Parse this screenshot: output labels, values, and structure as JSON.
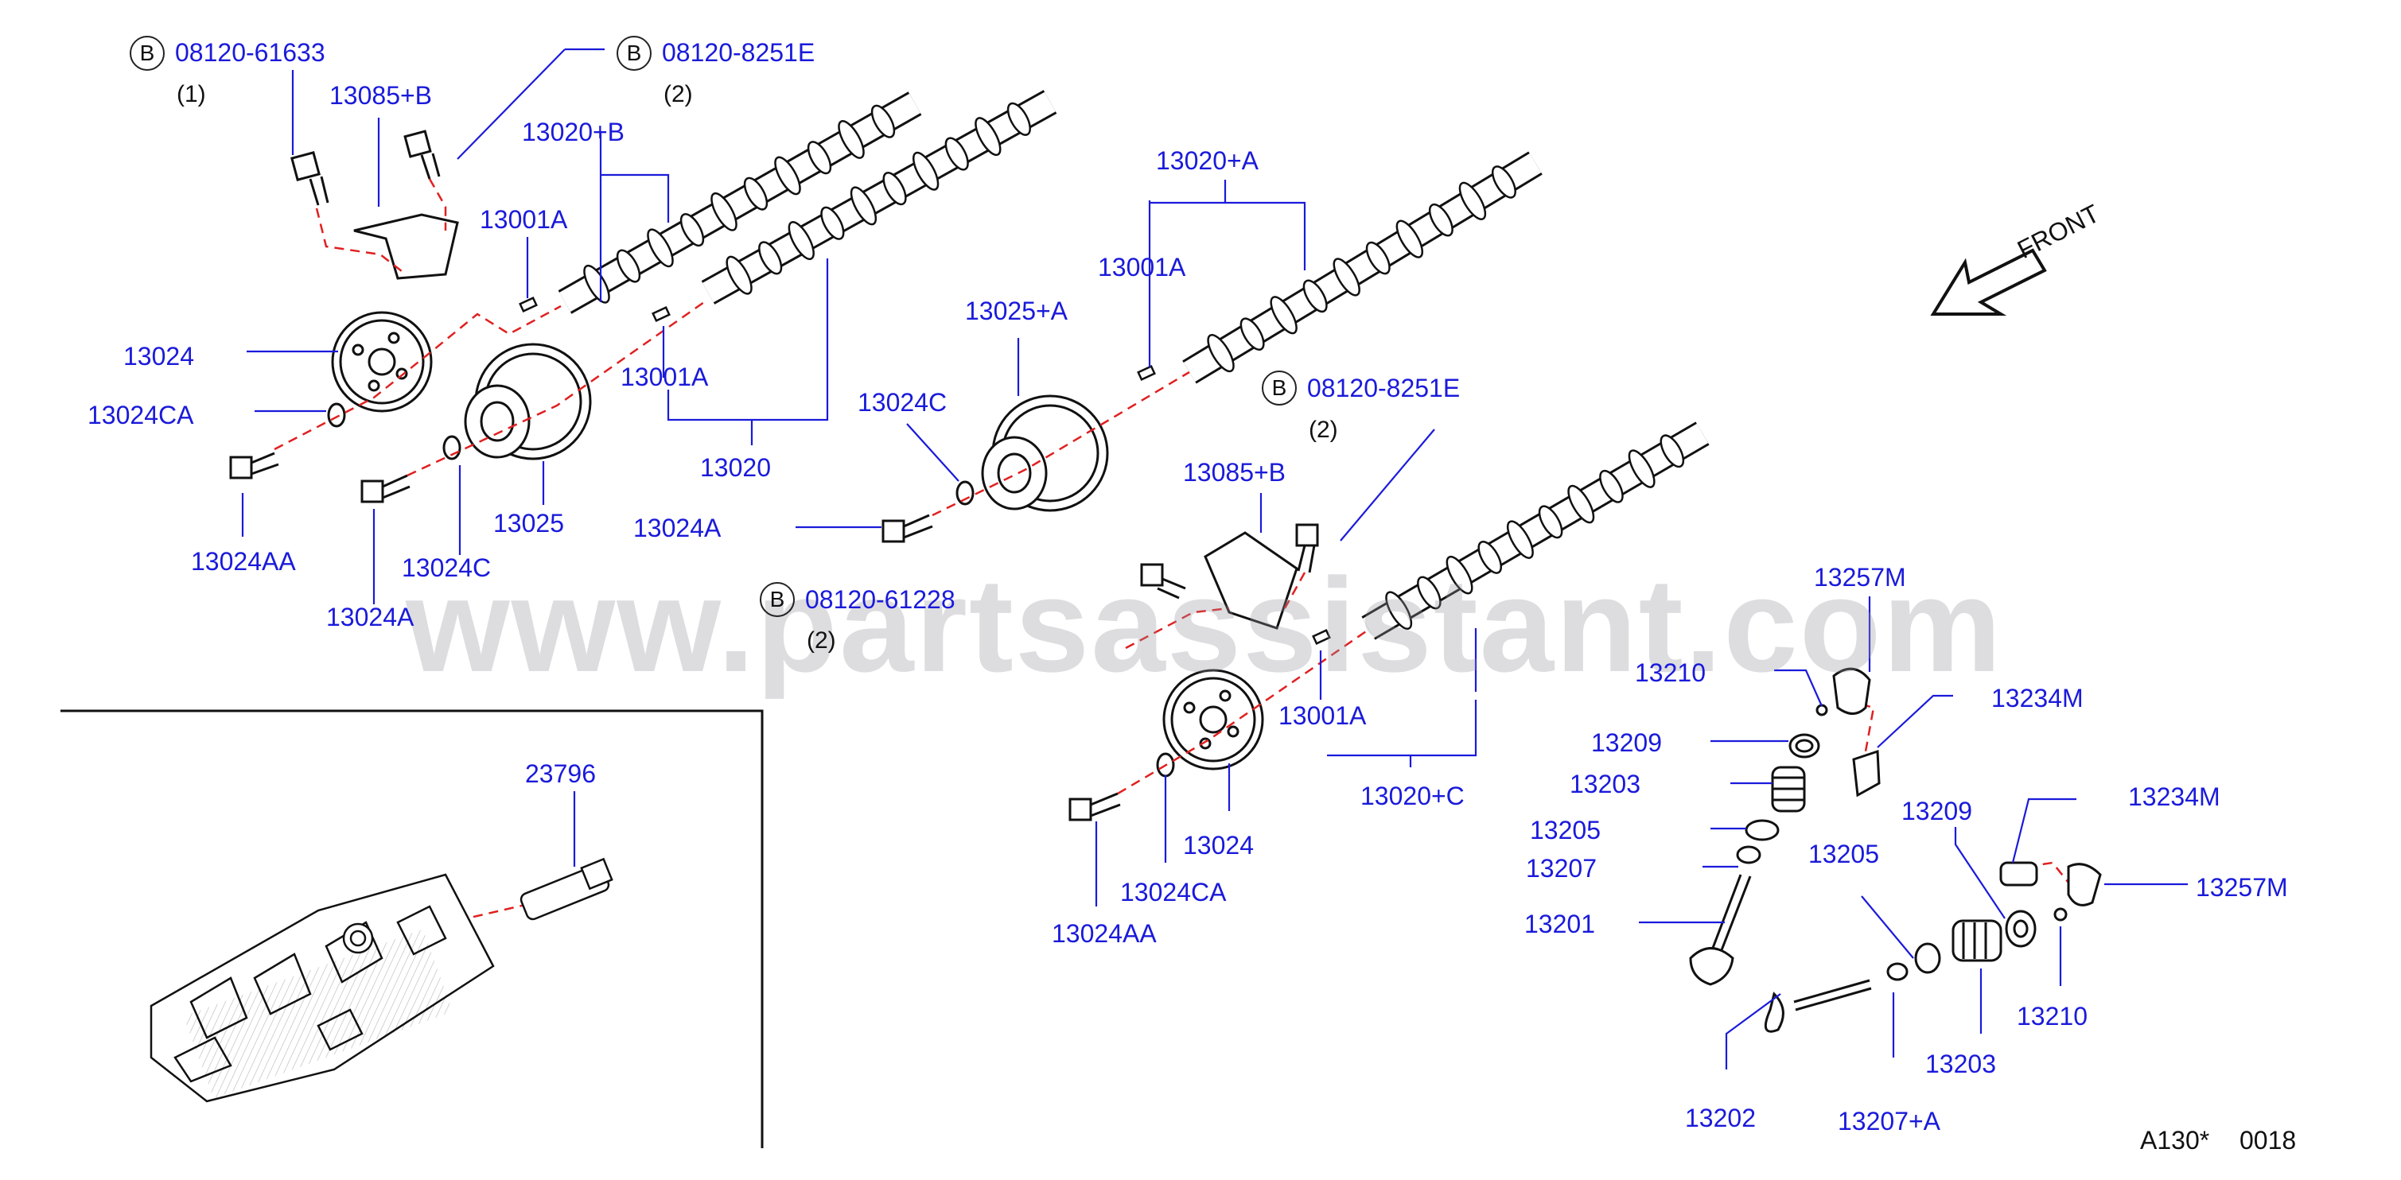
{
  "watermark": "www.partsassistant.com",
  "direction": "FRONT",
  "diagram_ref": {
    "code": "A130*",
    "page": "0018"
  },
  "bolt_refs": [
    {
      "id": "b1",
      "marker": "B",
      "part": "08120-61633",
      "qty": "(1)"
    },
    {
      "id": "b2",
      "marker": "B",
      "part": "08120-8251E",
      "qty": "(2)"
    },
    {
      "id": "b3",
      "marker": "B",
      "part": "08120-8251E",
      "qty": "(2)"
    },
    {
      "id": "b4",
      "marker": "B",
      "part": "08120-61228",
      "qty": "(2)"
    }
  ],
  "labels": [
    "13085+B",
    "13020+B",
    "13001A",
    "13024",
    "13024CA",
    "13001A",
    "13020",
    "13024AA",
    "13024C",
    "13025",
    "13024A",
    "13020+A",
    "13025+A",
    "13001A",
    "13024C",
    "13024A",
    "13085+B",
    "13257M",
    "13210",
    "13234M",
    "13209",
    "13203",
    "13205",
    "13207",
    "13201",
    "13001A",
    "13020+C",
    "13024",
    "13024CA",
    "13024AA",
    "23796",
    "13209",
    "13234M",
    "13205",
    "13257M",
    "13210",
    "13203",
    "13202",
    "13207+A"
  ],
  "colors": {
    "label": "#1a1adb",
    "line": "#1a1adb",
    "dash": "#e02020",
    "drawing": "#111111"
  }
}
